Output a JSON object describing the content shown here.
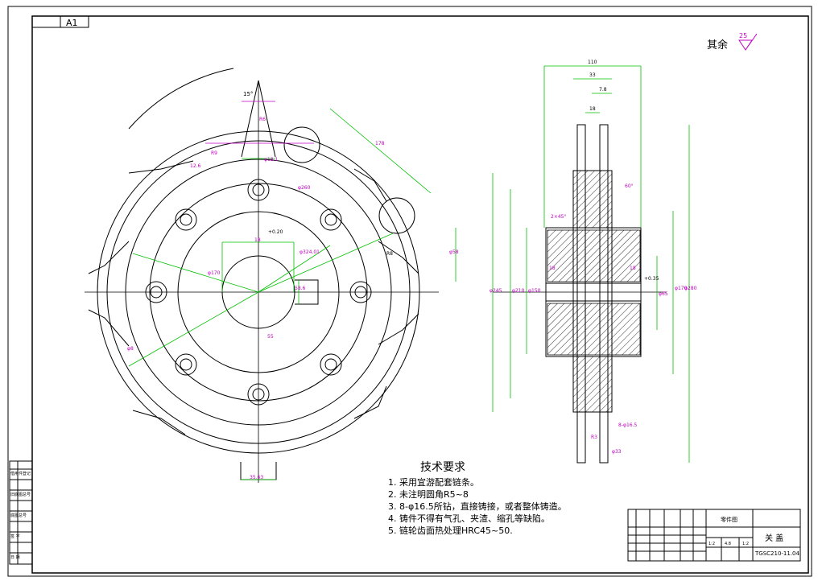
{
  "title_corner_code": "A1",
  "roughness": {
    "label": "其余",
    "value": "25"
  },
  "tech_requirements": {
    "heading": "技术要求",
    "items": [
      "1. 采用宜游配套链条。",
      "2. 未注明圆角R5~8",
      "3. 8-φ16.5所钻，直接铸接，或者整体铸造。",
      "4. 铸件不得有气孔、夹渣、缩孔等缺陷。",
      "5. 链轮齿面热处理HRC45~50."
    ]
  },
  "front_view_dims": {
    "angle": "15°",
    "d1": "φ18.1",
    "d2": "φ324.01",
    "chord": "178",
    "r1": "R8",
    "key": "+0.20",
    "keywidth": "18",
    "keydepth": "58.6",
    "hub": "55",
    "bottom": "35.63",
    "tooth": "12.6",
    "dia_a": "φ170",
    "dia_b": "φ260",
    "tri": "R6",
    "small_a": "R9",
    "small_b": "φ8"
  },
  "side_view_dims": {
    "w110": "110",
    "w33": "33",
    "w78": "7.8",
    "w18": "18",
    "chamfer": "2×45°",
    "left18": "18",
    "right18": "18",
    "tol": "+0.35",
    "d65": "φ65",
    "d170": "φ170",
    "d280": "φ280",
    "d150": "φ150",
    "d210": "φ210",
    "d245": "φ245",
    "d58": "φ58",
    "holes": "8-φ16.5",
    "ang": "60°",
    "r": "R3",
    "chain": "φ33"
  },
  "title_block": {
    "drawing_name": "零件图",
    "part_name": "关 盖",
    "code": "TGSC210-11.04",
    "scale": "1:2",
    "count": "4.8",
    "sheet": "1:2"
  },
  "left_strip": [
    "借用件登记",
    "旧底图总号",
    "底图总号",
    "签 字",
    "日 期"
  ]
}
